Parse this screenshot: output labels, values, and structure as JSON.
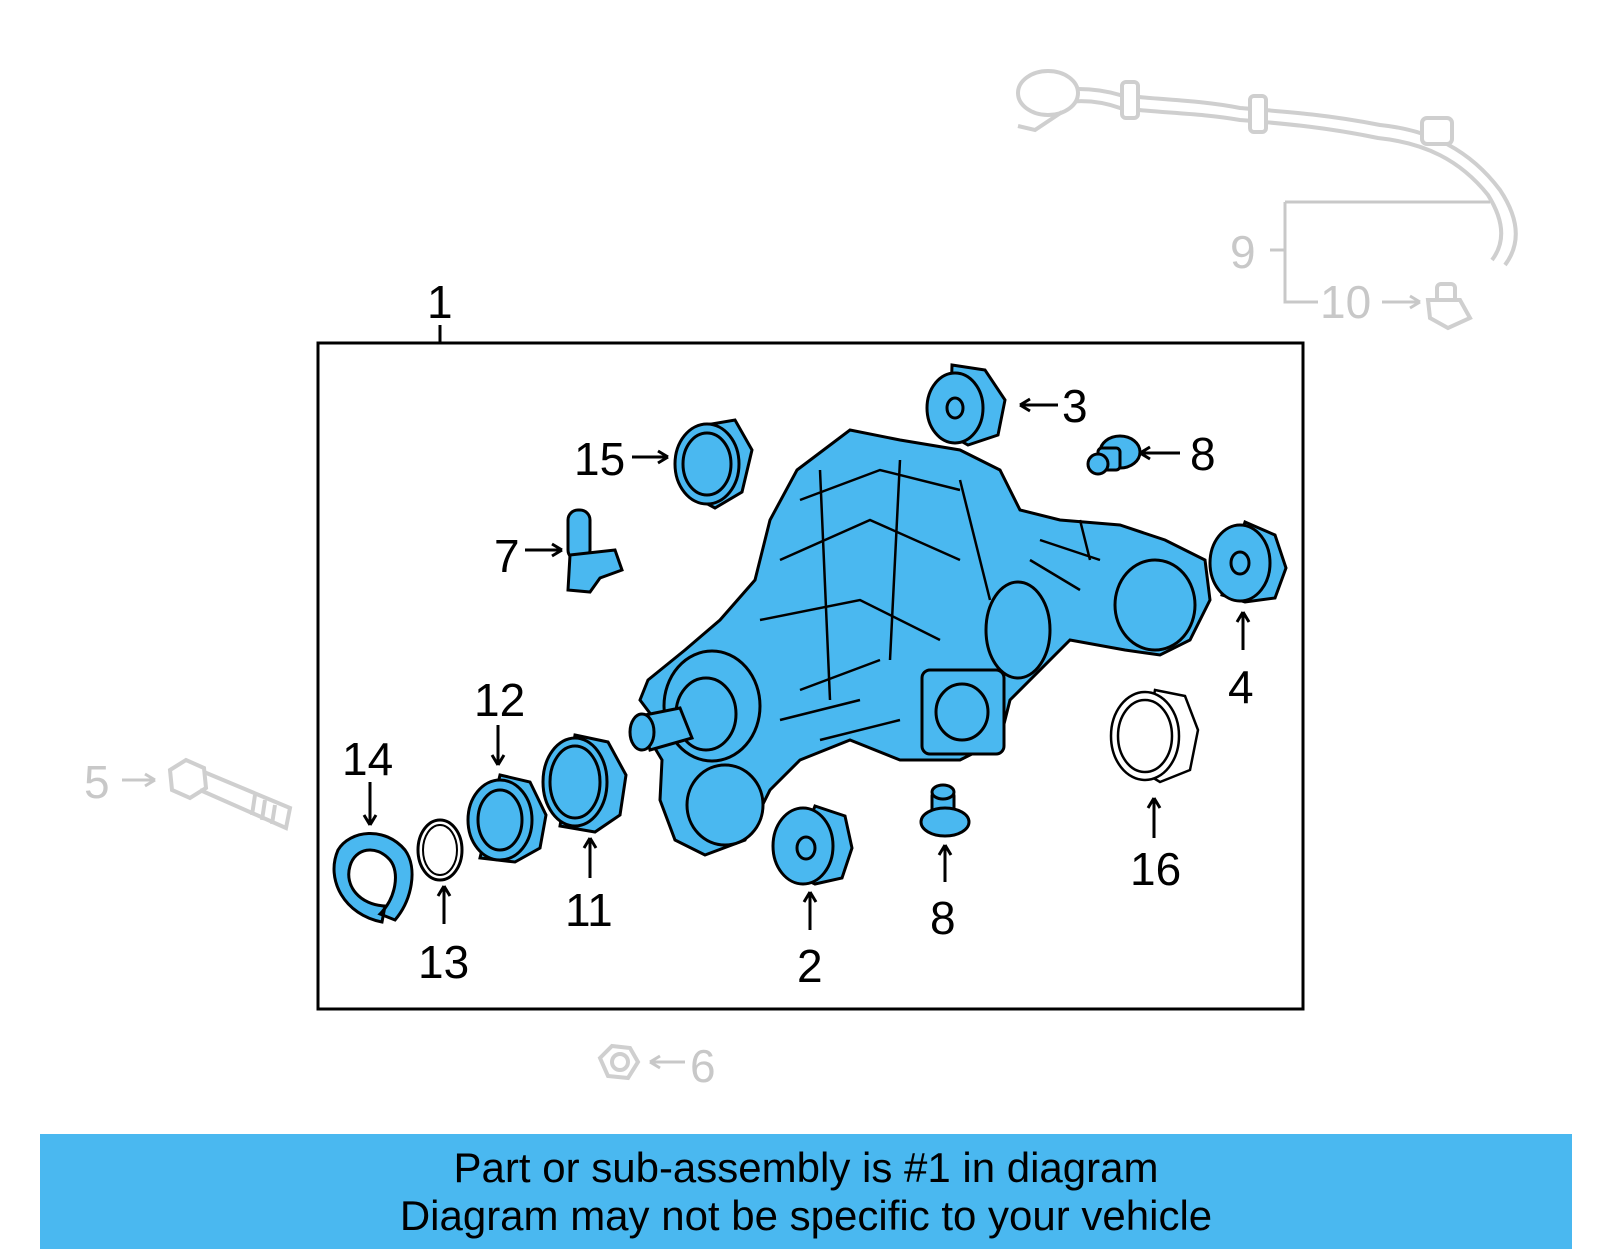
{
  "labels": {
    "l1": "1",
    "l2": "2",
    "l3": "3",
    "l4": "4",
    "l5": "5",
    "l6": "6",
    "l7": "7",
    "l8a": "8",
    "l8b": "8",
    "l9": "9",
    "l10": "10",
    "l11": "11",
    "l12": "12",
    "l13": "13",
    "l14": "14",
    "l15": "15",
    "l16": "16"
  },
  "colors": {
    "highlight": "#4ab8f0",
    "ghost": "#c8c8c8",
    "outline": "#000000"
  },
  "banner": {
    "line1": "Part or sub-assembly is #1 in diagram",
    "line2": "Diagram may not be specific to your vehicle"
  }
}
